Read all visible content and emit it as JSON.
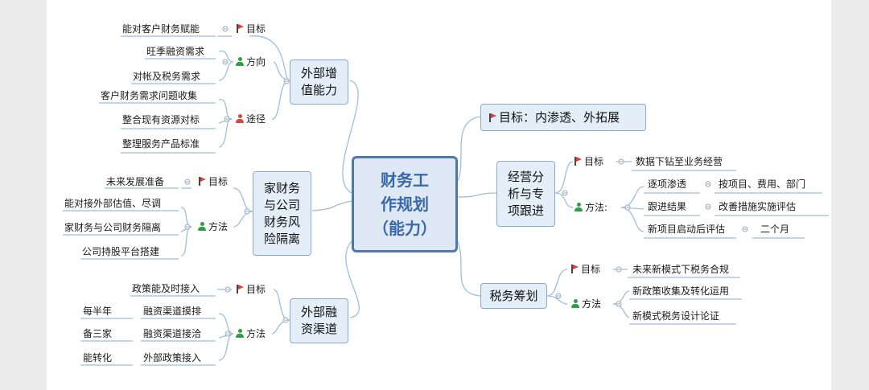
{
  "center": {
    "line1": "财务工",
    "line2": "作规划",
    "line3": "（能力）"
  },
  "external_capability": {
    "label": [
      "外部增",
      "值能力"
    ],
    "goal_tag": "目标",
    "goal_items": [
      "能对客户财务赋能"
    ],
    "direction_tag": "方向",
    "direction_items": [
      "旺季融资需求",
      "对帐及税务需求"
    ],
    "path_tag": "途径",
    "path_items": [
      "客户财务需求问题收集",
      "整合现有资源对标",
      "整理服务产品标准"
    ]
  },
  "isolation": {
    "label": [
      "家财务",
      "与公司",
      "财务风",
      "险隔离"
    ],
    "goal_tag": "目标",
    "goal_items": [
      "未来发展准备"
    ],
    "method_tag": "方法",
    "method_items": [
      "能对接外部估值、尽调",
      "家财务与公司财务隔离",
      "公司持股平台搭建"
    ]
  },
  "financing": {
    "label": [
      "外部融",
      "资渠道"
    ],
    "goal_tag": "目标",
    "goal_items": [
      "政策能及时接入"
    ],
    "method_tag": "方法",
    "method_items": [
      "融资渠道摸排",
      "融资渠道接洽",
      "外部政策接入"
    ],
    "method_notes": [
      "每半年",
      "备三家",
      "能转化"
    ]
  },
  "goal_branch": {
    "label": "目标：内渗透、外拓展"
  },
  "operation": {
    "label": [
      "经营分",
      "析与专",
      "项跟进"
    ],
    "goal_tag": "目标",
    "goal_items": [
      "数据下钻至业务经营"
    ],
    "method_tag": "方法:",
    "method_items": [
      "逐项渗透",
      "跟进结果",
      "新项目启动后评估"
    ],
    "method_details": [
      "按项目、费用、部门",
      "改善措施实施评估",
      "二个月"
    ]
  },
  "tax": {
    "label": "税务筹划",
    "goal_tag": "目标",
    "goal_items": [
      "未来新模式下税务合规"
    ],
    "method_tag": "方法",
    "method_items": [
      "新政策收集及转化运用",
      "新模式税务设计论证"
    ]
  },
  "colors": {
    "line": "#9ebedc",
    "branch_border": "#8aa9c9",
    "center_border": "#4d79ad",
    "flag": "#e03a3a",
    "person_green": "#2f9e44",
    "person_red": "#d9463a"
  }
}
